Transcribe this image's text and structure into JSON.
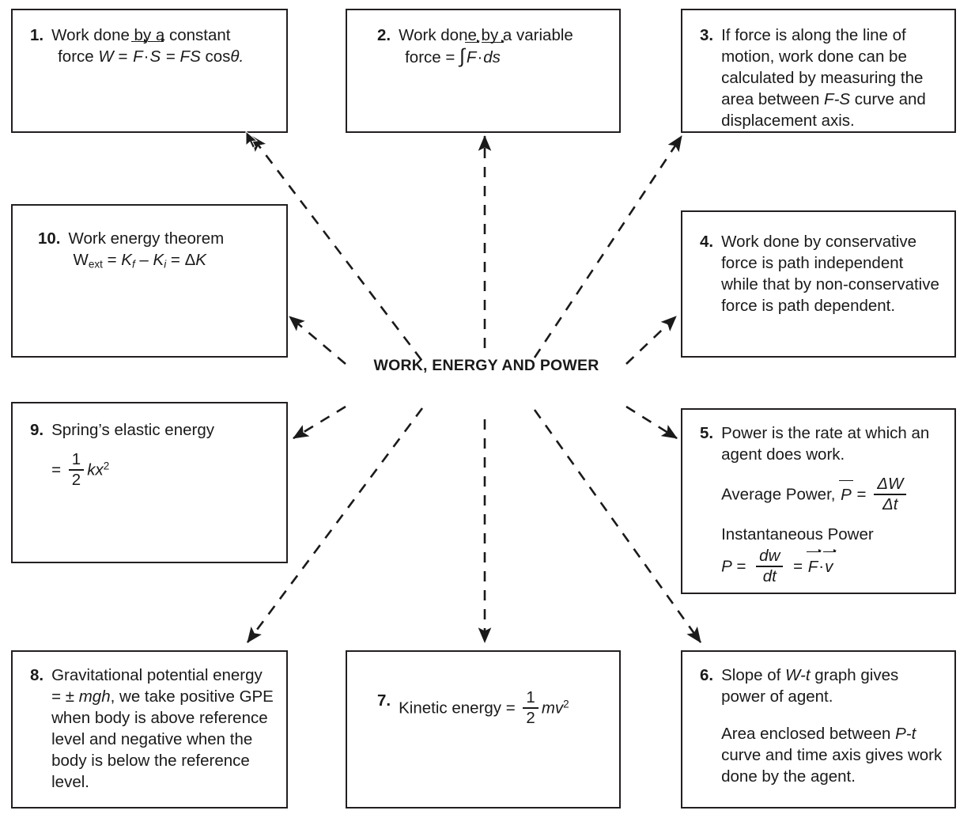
{
  "diagram": {
    "title": "WORK, ENERGY AND POWER",
    "type": "mind-map",
    "node_count": 10,
    "connector_style": "dashed-arrow",
    "colors": {
      "border": "#231f20",
      "text": "#1a1a1a",
      "background": "#ffffff"
    }
  },
  "nodes": {
    "n1": {
      "number": "1.",
      "line1": "Work done by a constant",
      "line2_prefix": "force ",
      "W": "W",
      "eq1": " = ",
      "F": "F",
      "dot": "·",
      "S": "S",
      "eq2": " = ",
      "FS": "FS",
      "cos": " cos",
      "theta": "θ.",
      "plain": "1. Work done by a constant force W = F⃗·S⃗ = FS cosθ."
    },
    "n2": {
      "number": "2.",
      "line1": "Work done by a variable",
      "line2_prefix": "force = ",
      "integral": "∫",
      "F": "F",
      "dot": "·",
      "ds": "ds",
      "plain": "2. Work done by a variable force = ∫F⃗·ds⃗"
    },
    "n3": {
      "number": "3.",
      "text_pre": "If force is along the line of motion, work done can be calculated by measuring the area between ",
      "curve": "F-S",
      "text_post": " curve and displacement axis.",
      "plain": "3. If force is along the line of motion, work done can be calculated by measuring the area between F-S curve and displacement axis."
    },
    "n4": {
      "number": "4.",
      "text": "Work done by conservative force is path independent while that by non-conservative force is path dependent.",
      "plain": "4. Work done by conservative force is path independent while that by non-conservative force is path dependent."
    },
    "n5": {
      "number": "5.",
      "line1": "Power is the rate at which an agent does work.",
      "avg_label": "Average Power, ",
      "avg_P": "P",
      "avg_eq": " = ",
      "avg_num": "ΔW",
      "avg_den": "Δt",
      "inst_label": "Instantaneous Power",
      "inst_P": "P",
      "inst_eq1": " = ",
      "inst_num": "dw",
      "inst_den": "dt",
      "inst_eq2": " = ",
      "inst_F": "F",
      "inst_dot": "·",
      "inst_v": "v",
      "plain": "5. Power is the rate at which an agent does work. Average Power, P̄ = ΔW/Δt. Instantaneous Power P = dw/dt = F⃗·v⃗"
    },
    "n6": {
      "number": "6.",
      "p1_pre": "Slope of ",
      "p1_var": "W-t",
      "p1_post": " graph gives power of agent.",
      "p2_pre": "Area enclosed between ",
      "p2_var": "P-t",
      "p2_post": " curve and time axis gives work done by the agent.",
      "plain": "6. Slope of W-t graph gives power of agent. Area enclosed between P-t curve and time axis gives work done by the agent."
    },
    "n7": {
      "number": "7.",
      "label": "Kinetic energy",
      "eq": " = ",
      "num": "1",
      "den": "2",
      "expr_m": "mv",
      "expr_sup": "2",
      "plain": "7. Kinetic energy = 1/2 mv²"
    },
    "n8": {
      "number": "8.",
      "text_pre": "Gravitational potential energy = ± ",
      "mgh": "mgh",
      "text_post": ", we take positive GPE when body is above reference level and negative when the body is below the reference level.",
      "plain": "8. Gravitational potential energy = ± mgh, we take positive GPE when body is above reference level and negative when the body is below the reference level."
    },
    "n9": {
      "number": "9.",
      "label": "Spring’s elastic energy",
      "eq": "= ",
      "num": "1",
      "den": "2",
      "expr_k": "kx",
      "expr_sup": "2",
      "plain": "9. Spring’s elastic energy = 1/2 kx²"
    },
    "n10": {
      "number": "10.",
      "label": "Work energy theorem",
      "W": "W",
      "W_sub": "ext",
      "eq1": " = ",
      "Kf": "K",
      "Kf_sub": "f",
      "minus": " – ",
      "Ki": "K",
      "Ki_sub": "i",
      "eq2": " = ",
      "deltaK_delta": "Δ",
      "deltaK_K": "K",
      "plain": "10. Work energy theorem W_ext = K_f – K_i = ΔK"
    }
  }
}
